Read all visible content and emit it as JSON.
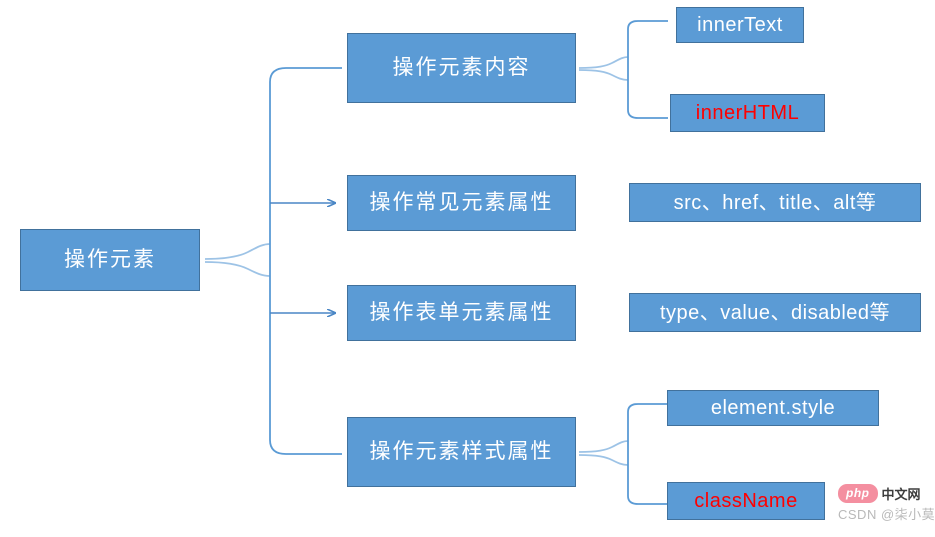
{
  "diagram": {
    "type": "tree-mindmap",
    "title": "操作元素",
    "colors": {
      "node_fill": "#5B9BD5",
      "node_border": "#41719C",
      "node_text": "#FFFFFF",
      "highlight_text": "#FF0000",
      "connector": "#5B9BD5"
    },
    "root": {
      "label": "操作元素"
    },
    "branches": [
      {
        "label": "操作元素内容",
        "connector": "brace",
        "children": [
          {
            "label": "innerText",
            "highlight": false
          },
          {
            "label": "innerHTML",
            "highlight": true
          }
        ]
      },
      {
        "label": "操作常见元素属性",
        "connector": "arrow",
        "children": [
          {
            "label": "src、href、title、alt等",
            "highlight": false
          }
        ]
      },
      {
        "label": "操作表单元素属性",
        "connector": "arrow",
        "children": [
          {
            "label": "type、value、disabled等",
            "highlight": false
          }
        ]
      },
      {
        "label": "操作元素样式属性",
        "connector": "brace",
        "children": [
          {
            "label": "element.style",
            "highlight": false
          },
          {
            "label": "className",
            "highlight": true
          }
        ]
      }
    ]
  },
  "watermark": {
    "logo_text": "php",
    "logo_cn": "中文网",
    "credit": "CSDN @柒小莫"
  }
}
